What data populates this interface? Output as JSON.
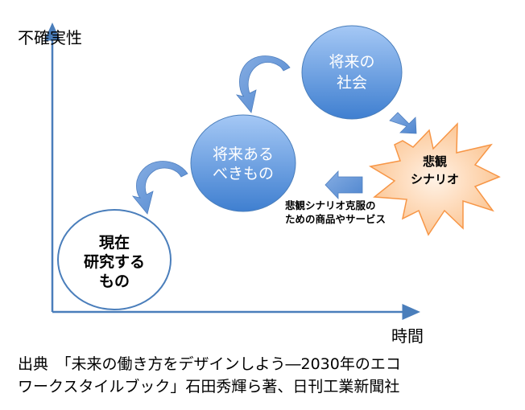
{
  "axes": {
    "y_label": "不確実性",
    "x_label": "時間"
  },
  "nodes": {
    "present": {
      "line1": "現在",
      "line2": "研究する",
      "line3": "もの"
    },
    "ideal": {
      "line1": "将来ある",
      "line2": "べきもの"
    },
    "future": {
      "line1": "将来の",
      "line2": "社会"
    },
    "pessimistic": {
      "line1": "悲観",
      "line2": "シナリオ"
    }
  },
  "note": {
    "line1": "悲観シナリオ克服の",
    "line2": "ための商品やサービス"
  },
  "caption": {
    "line1": "出典　「未来の働き方をデザインしよう―2030年のエコ",
    "line2": "ワークスタイルブック」石田秀輝ら著、日刊工業新聞社"
  },
  "colors": {
    "axis": "#4a7ebb",
    "circle_top": "#a5c8f5",
    "circle_bottom": "#3f7fd0",
    "star_fill": "#fcd0ac",
    "star_stroke": "#f79646"
  }
}
